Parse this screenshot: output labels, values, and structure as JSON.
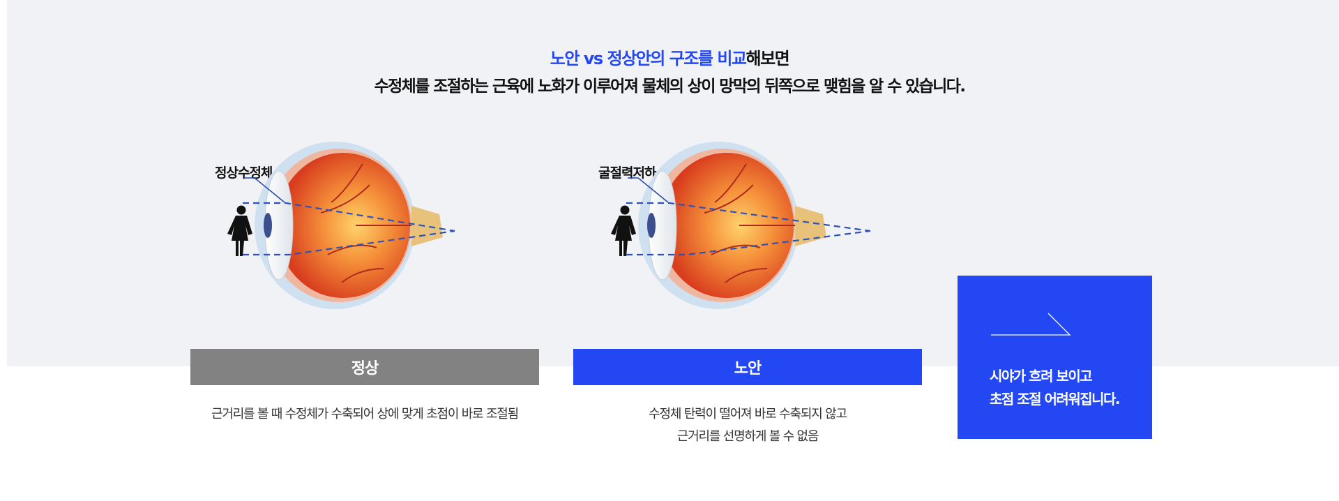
{
  "headline": {
    "highlight": "노안 vs 정상안의 구조를 비교",
    "line1_rest": "해보면",
    "line2": "수정체를 조절하는 근육에 노화가 이루어져 물체의 상이 망막의 뒤쪽으로 맺힘을 알 수 있습니다."
  },
  "panels": [
    {
      "callout_label": "정상수정체",
      "bar_label": "정상",
      "bar_color": "#828282",
      "description": [
        "근거리를 볼 때 수정체가 수축되어 상에 맞게 초점이 바로 조절됨"
      ]
    },
    {
      "callout_label": "굴절력저하",
      "bar_label": "노안",
      "bar_color": "#2348f3",
      "description": [
        "수정체 탄력이 떨어져 바로 수축되지 않고",
        "근거리를 선명하게 볼 수 없음"
      ]
    }
  ],
  "callout_box": {
    "lines": [
      "시야가 흐려 보이고",
      "초점 조절 어려워집니다."
    ],
    "color": "#2348f3"
  },
  "icons": [
    "person-icon",
    "eyeball-illustration",
    "arrow-line-icon"
  ]
}
